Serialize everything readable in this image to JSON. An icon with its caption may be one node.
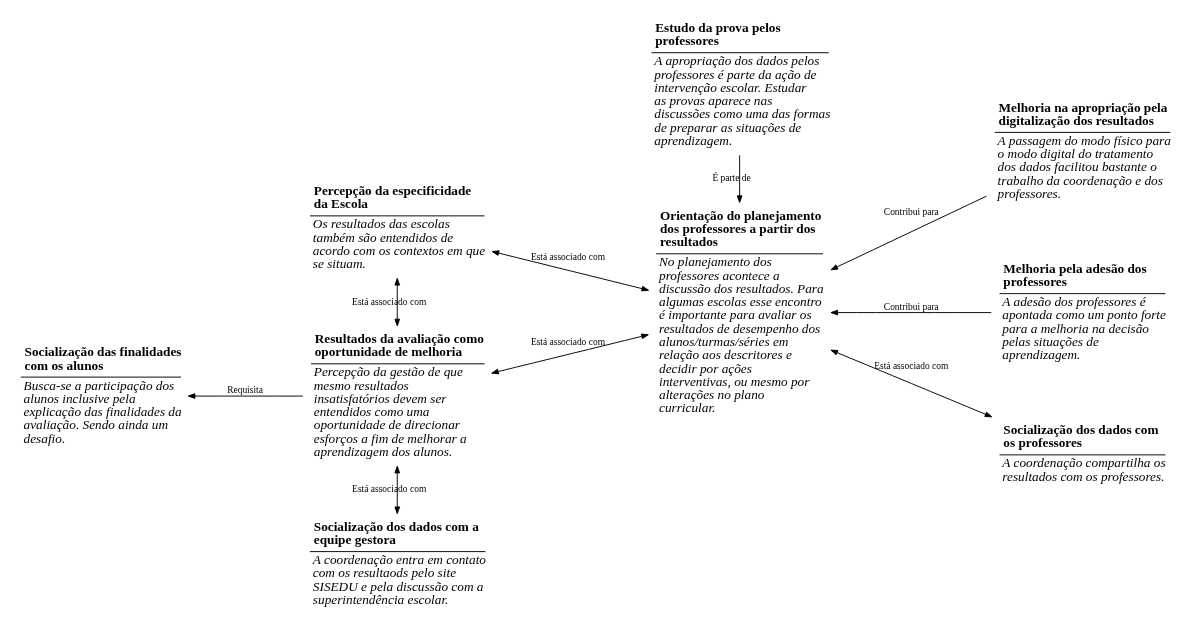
{
  "diagram": {
    "nodes": [
      {
        "text": [
          "Percepção da especificidade da Escola",
          "Os resultados das escolas também são entendidos de acordo com os contextos em que se situam."
        ]
      },
      {
        "text": [
          "Resultados da avaliação como oportunidade de melhoria",
          "Percepção da gestão de que mesmo resultados insatisfatórios devem ser entendidos como uma oportunidade de direcionar esforços a fim de melhorar a aprendizagem dos alunos."
        ]
      },
      {
        "text": [
          "Socialização das finalidades com os alunos",
          "Busca-se a participação dos alunos inclusive pela explicação das finalidades da avaliação. Sendo ainda um desafio."
        ]
      },
      {
        "text": [
          "Socialização dos dados com a equipe gestora",
          "A coordenação entra em contato com os resultaods pelo site SISEDU e pela discussão com a superintendência escolar."
        ]
      },
      {
        "text": [
          "Orientação do planejamento dos professores a partir dos resultados",
          "No planejamento dos professores acontece a discussão dos resultados. Para algumas escolas esse encontro é importante para avaliar os resultados de desempenho dos alunos/turmas/séries em relação aos descritores e decidir por ações interventivas, ou mesmo por alterações no plano curricular."
        ]
      },
      {
        "text": [
          "Estudo da prova pelos professores",
          "A apropriação dos dados pelos professores é parte da ação de intervenção escolar. Estudar as provas aparece nas discussões como uma das formas de preparar as situações de aprendizagem."
        ]
      },
      {
        "text": [
          "Melhoria na apropriação pela digitalização dos resultados",
          "A passagem do modo físico para o modo digital do tratamento dos dados facilitou bastante o trabalho da coordenação e dos professores."
        ]
      },
      {
        "text": [
          "Melhoria pela adesão dos professores",
          "A adesão dos professores é apontada como um ponto forte para a melhoria na decisão pelas situações de aprendizagem."
        ]
      },
      {
        "text": [
          "Socialização dos dados com os professores",
          "A coordenação compartilha os resultados com os professores."
        ]
      }
    ],
    "edges": [
      {
        "from": 0,
        "to": 4,
        "arrow": "both",
        "label": "Está associado com"
      },
      {
        "from": 0,
        "to": 1,
        "arrow": "both",
        "label": "Está associado com"
      },
      {
        "from": 1,
        "to": 4,
        "arrow": "both",
        "label": "Está associado com"
      },
      {
        "from": 1,
        "to": 2,
        "arrow": "to",
        "label": "Requisita"
      },
      {
        "from": 1,
        "to": 3,
        "arrow": "both",
        "label": "Está associado com"
      },
      {
        "from": 6,
        "to": 4,
        "arrow": "to",
        "label": "Contribui para"
      },
      {
        "from": 7,
        "to": 4,
        "arrow": "to",
        "label": "Contribui para"
      },
      {
        "from": 5,
        "to": 4,
        "arrow": "to",
        "label": "É parte de"
      },
      {
        "from": 4,
        "to": 8,
        "arrow": "both",
        "label": "Está associado com"
      }
    ]
  }
}
